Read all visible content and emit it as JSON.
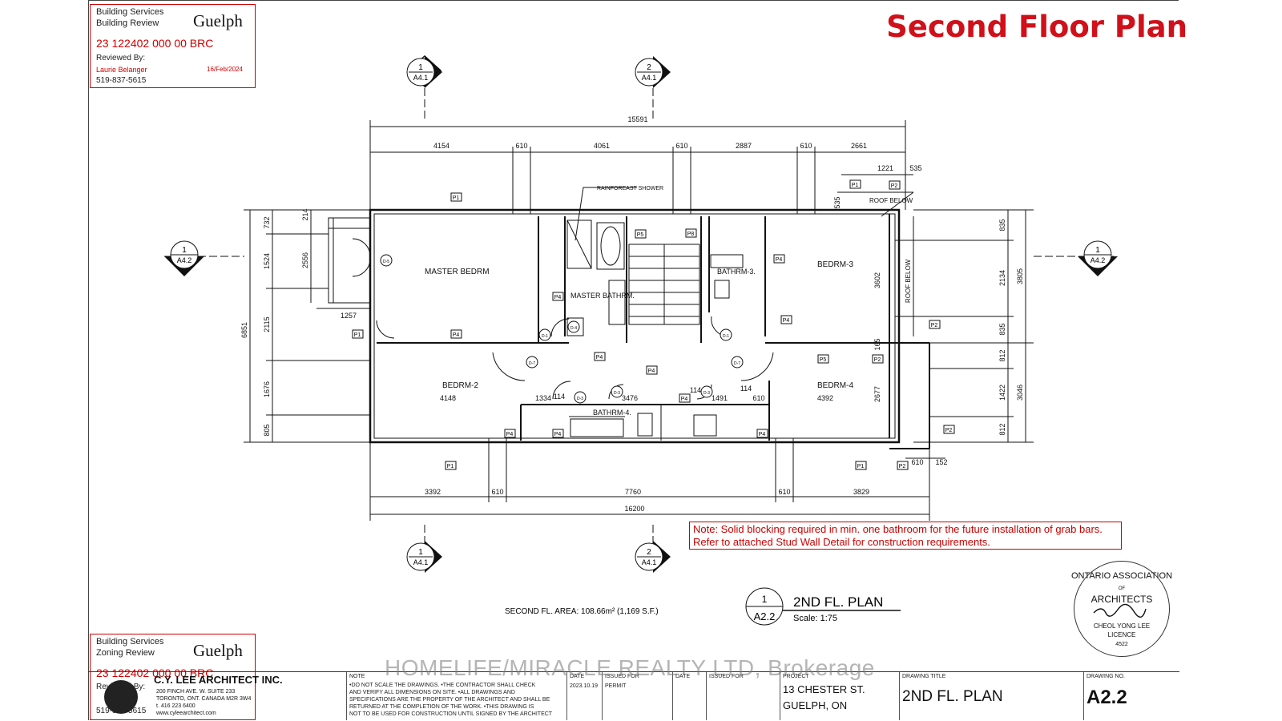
{
  "page_title": "Second Floor Plan",
  "stamp_top": {
    "line1": "Building Services",
    "line2": "Building Review",
    "logo": "Guelph",
    "permit": "23 122402 000 00 BRC",
    "reviewed_by": "Reviewed By:",
    "reviewer": "Laurie Belanger",
    "date": "16/Feb/2024",
    "phone": "519-837-5615"
  },
  "stamp_bottom": {
    "line1": "Building Services",
    "line2": "Zoning Review",
    "logo": "Guelph",
    "permit": "23 122402 000 00 BRC",
    "reviewed_by": "Reviewed By:",
    "phone": "519-837-5615"
  },
  "plan": {
    "rooms": [
      "MASTER BEDRM",
      "MASTER BATHRM.",
      "BATHRM-3.",
      "BEDRM-3",
      "BEDRM-2",
      "BEDRM-4",
      "BATHRM-4."
    ],
    "annotations": [
      "RAINFOREAST SHOWER",
      "ROOF BELOW",
      "ROOF BELOW"
    ],
    "top_overall": "15591",
    "top_dims": [
      "4154",
      "610",
      "4061",
      "610",
      "2887",
      "610",
      "2661"
    ],
    "top_right_dims": [
      "1221",
      "535"
    ],
    "bottom_dims": [
      "3392",
      "610",
      "7760",
      "610",
      "3829"
    ],
    "bottom_overall": "16200",
    "left_overall": "6851",
    "left_dims": [
      "732",
      "1524",
      "2115",
      "1676",
      "805"
    ],
    "left_inner": [
      "214",
      "2556"
    ],
    "balcony": "1257",
    "right_dims": [
      "835",
      "2134",
      "835",
      "812",
      "1422",
      "812"
    ],
    "right_overall": [
      "3805",
      "3046"
    ],
    "interior_dims": [
      "4148",
      "1334",
      "114",
      "3476",
      "114",
      "1491",
      "114",
      "610",
      "4392",
      "3602",
      "165",
      "2677",
      "610",
      "152",
      "535"
    ],
    "tags": [
      "P1",
      "P2",
      "P4",
      "P5",
      "P8",
      "D-1",
      "D-3",
      "D-4",
      "D-5",
      "D-7"
    ],
    "section_markers": [
      {
        "num": "1",
        "ref": "A4.1"
      },
      {
        "num": "2",
        "ref": "A4.1"
      },
      {
        "num": "1",
        "ref": "A4.2"
      },
      {
        "num": "1",
        "ref": "A4.2"
      },
      {
        "num": "1",
        "ref": "A4.1"
      },
      {
        "num": "2",
        "ref": "A4.1"
      }
    ]
  },
  "area_note": "SECOND FL. AREA: 108.66m² (1,169 S.F.)",
  "drawing_label": {
    "num": "1",
    "ref": "A2.2",
    "title": "2ND FL. PLAN",
    "scale": "Scale: 1:75"
  },
  "note": {
    "line1": "Note: Solid blocking required in min. one bathroom for the future installation of grab bars.",
    "line2": "Refer to attached Stud Wall Detail for construction requirements."
  },
  "seal": {
    "top": "ONTARIO ASSOCIATION",
    "of": "OF",
    "middle": "ARCHITECTS",
    "name": "CHEOL YONG LEE",
    "licence": "LICENCE",
    "number": "4522"
  },
  "architect": {
    "name": "C.Y. LEE ARCHITECT INC.",
    "address1": "200 FINCH AVE. W. SUITE 233",
    "address2": "TORONTO, ONT. CANADA M2R 3W4",
    "tel": "t. 416 223 6400",
    "web": "www.cyleearchitect.com"
  },
  "titleblock": {
    "note_head": "NOTE",
    "notes": [
      "•DO NOT SCALE THE DRAWINGS.   •THE CONTRACTOR SHALL CHECK",
      "AND VERIFY ALL DIMENSIONS ON SITE.   •ALL DRAWINGS AND",
      "SPECIFICATIONS ARE THE PROPERTY OF THE ARCHITECT AND SHALL BE",
      "RETURNED AT THE COMPLETION OF THE WORK.   •THIS DRAWING IS",
      "NOT TO BE USED FOR CONSTRUCTION UNTIL SIGNED BY THE ARCHITECT"
    ],
    "date_head": "DATE",
    "issued_head": "ISSUED FOR",
    "date2_head": "DATE",
    "issued2_head": "ISSUED FOR",
    "date": "2023.10.19",
    "issued": "PERMIT",
    "project_head": "PROJECT",
    "project1": "13 CHESTER ST.",
    "project2": "GUELPH, ON",
    "title_head": "DRAWING TITLE",
    "title": "2ND FL. PLAN",
    "no_head": "DRAWING NO.",
    "no": "A2.2"
  },
  "watermark": "HOMELIFE/MIRACLE REALTY LTD, Brokerage"
}
